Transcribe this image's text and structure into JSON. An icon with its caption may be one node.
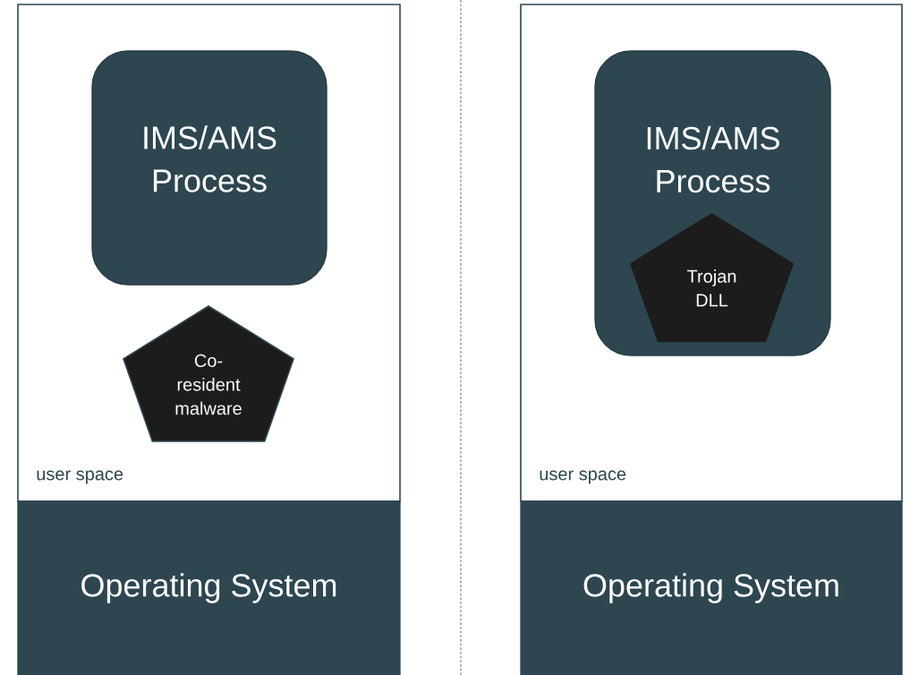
{
  "diagram": {
    "nodes": [
      {
        "text": [
          "user space"
        ]
      },
      {
        "text": [
          "IMS/AMS Process"
        ],
        "in": 0
      },
      {
        "text": [
          "Co-resident malware"
        ],
        "in": 0
      },
      {
        "text": [
          "Operating System"
        ]
      },
      {
        "text": [
          "user space"
        ]
      },
      {
        "text": [
          "IMS/AMS Process"
        ],
        "in": 4
      },
      {
        "text": [
          "Trojan DLL"
        ],
        "in": 5
      },
      {
        "text": [
          "Operating System"
        ]
      }
    ]
  }
}
